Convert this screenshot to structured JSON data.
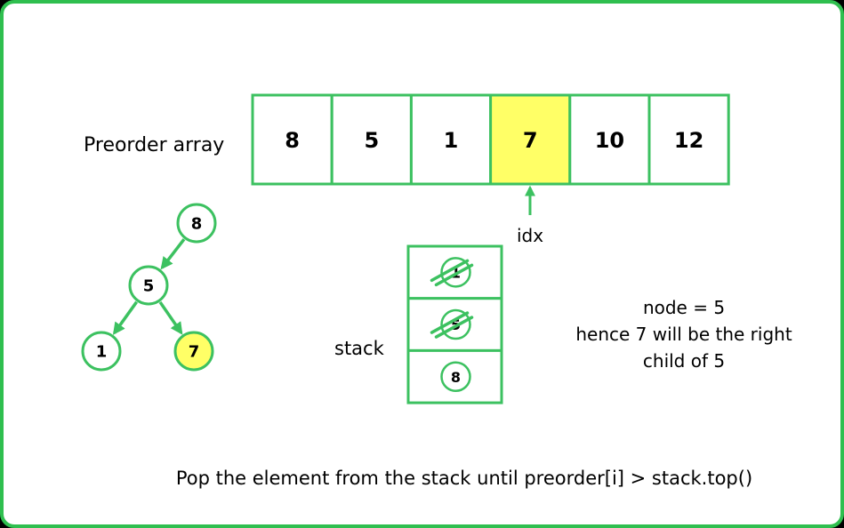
{
  "array": {
    "label": "Preorder array",
    "cells": [
      {
        "value": "8",
        "highlighted": false
      },
      {
        "value": "5",
        "highlighted": false
      },
      {
        "value": "1",
        "highlighted": false
      },
      {
        "value": "7",
        "highlighted": true
      },
      {
        "value": "10",
        "highlighted": false
      },
      {
        "value": "12",
        "highlighted": false
      }
    ],
    "pointer_label": "idx"
  },
  "tree": {
    "nodes": [
      {
        "id": "n8",
        "value": "8",
        "highlighted": false
      },
      {
        "id": "n5",
        "value": "5",
        "highlighted": false
      },
      {
        "id": "n1",
        "value": "1",
        "highlighted": false
      },
      {
        "id": "n7",
        "value": "7",
        "highlighted": true
      }
    ],
    "edges": [
      {
        "from": "n8",
        "to": "n5"
      },
      {
        "from": "n5",
        "to": "n1"
      },
      {
        "from": "n5",
        "to": "n7"
      }
    ]
  },
  "stack": {
    "label": "stack",
    "slots": [
      {
        "value": "1",
        "crossed_out": true
      },
      {
        "value": "5",
        "crossed_out": true
      },
      {
        "value": "8",
        "crossed_out": false
      }
    ]
  },
  "note": {
    "lines": [
      "node = 5",
      "hence 7 will be the right",
      "child of 5"
    ]
  },
  "caption": "Pop the element from the stack until preorder[i] > stack.top()",
  "colors": {
    "background": "#ffffff",
    "frame": "#2fbf4f",
    "stroke": "#3cc160",
    "highlight": "#ffff66",
    "text": "#000000"
  }
}
